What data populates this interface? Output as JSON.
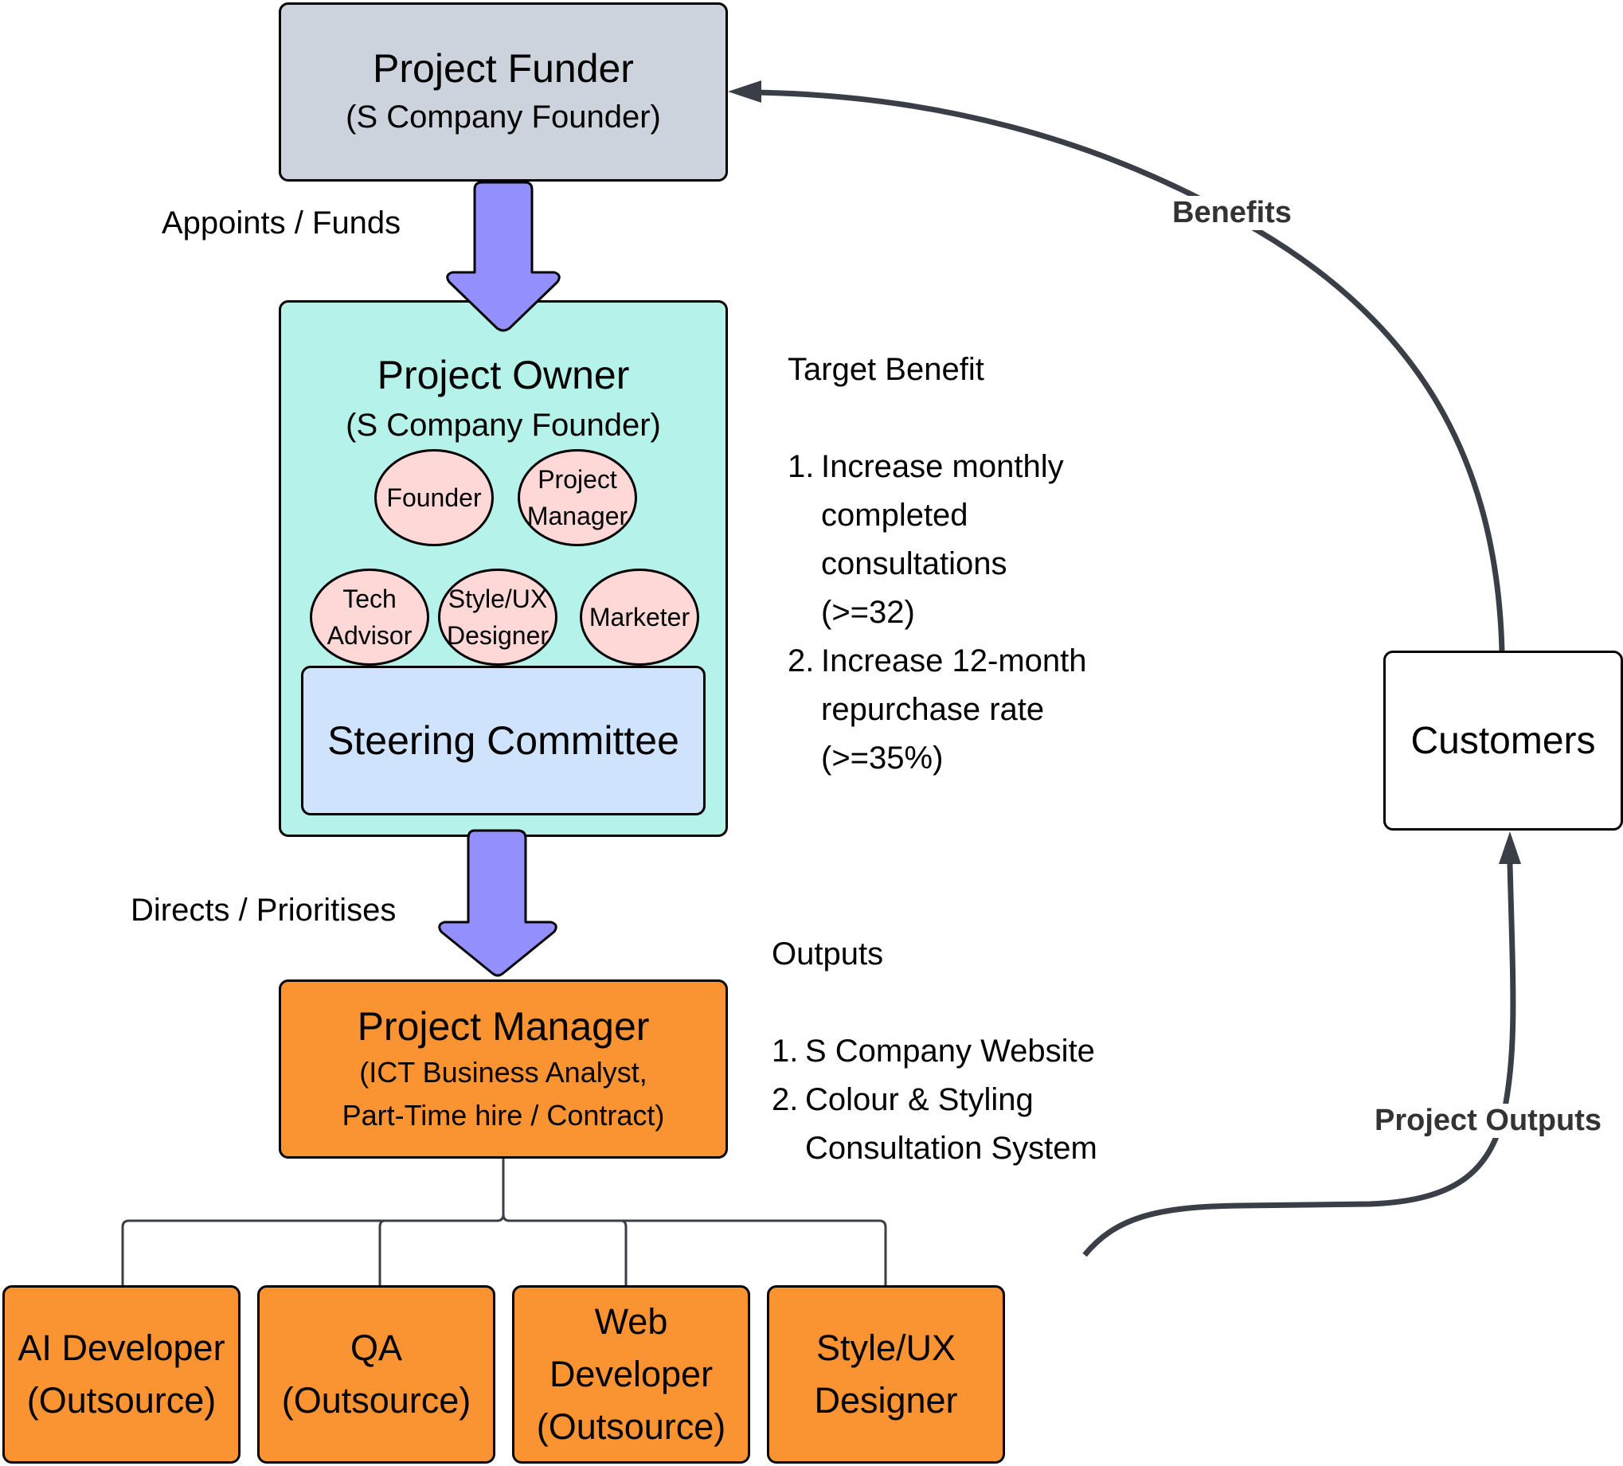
{
  "nodes": {
    "funder": {
      "title": "Project Funder",
      "subtitle": "(S Company Founder)"
    },
    "owner": {
      "title": "Project Owner",
      "subtitle": "(S Company Founder)",
      "members": [
        {
          "lines": [
            "Founder"
          ]
        },
        {
          "lines": [
            "Project",
            "Manager"
          ]
        },
        {
          "lines": [
            "Tech",
            "Advisor"
          ]
        },
        {
          "lines": [
            "Style/UX",
            "Designer"
          ]
        },
        {
          "lines": [
            "Marketer"
          ]
        }
      ],
      "steering_committee": "Steering Committee"
    },
    "project_manager": {
      "title": "Project Manager",
      "subtitle_line1": "(ICT Business Analyst,",
      "subtitle_line2": "Part-Time hire / Contract)"
    },
    "team": [
      {
        "line1": "AI Developer",
        "line2": "(Outsource)",
        "line3": ""
      },
      {
        "line1": "QA",
        "line2": "(Outsource)",
        "line3": ""
      },
      {
        "line1": "Web",
        "line2": "Developer",
        "line3": "(Outsource)"
      },
      {
        "line1": "Style/UX",
        "line2": "Designer",
        "line3": ""
      }
    ],
    "customers": "Customers"
  },
  "edges": {
    "funder_to_owner": "Appoints / Funds",
    "owner_to_pm": "Directs / Prioritises",
    "customers_to_funder": "Benefits",
    "outputs_to_customers": "Project Outputs"
  },
  "target_benefit": {
    "heading": "Target Benefit",
    "items": [
      {
        "num": "1.",
        "lines": [
          "Increase monthly",
          "completed",
          "consultations",
          "(>=32)"
        ]
      },
      {
        "num": "2.",
        "lines": [
          "Increase 12-month",
          "repurchase rate",
          "(>=35%)"
        ]
      }
    ]
  },
  "outputs": {
    "heading": "Outputs",
    "items": [
      {
        "num": "1.",
        "lines": [
          "S Company Website"
        ]
      },
      {
        "num": "2.",
        "lines": [
          "Colour & Styling",
          "Consultation System"
        ]
      }
    ]
  },
  "colors": {
    "funder": "#cdd3dc",
    "owner": "#b5f2ea",
    "steering": "#cfe3fd",
    "member": "#fed7d7",
    "orange": "#fa9433",
    "block_arrow": "#938ffd",
    "connector": "#3a3f47"
  }
}
